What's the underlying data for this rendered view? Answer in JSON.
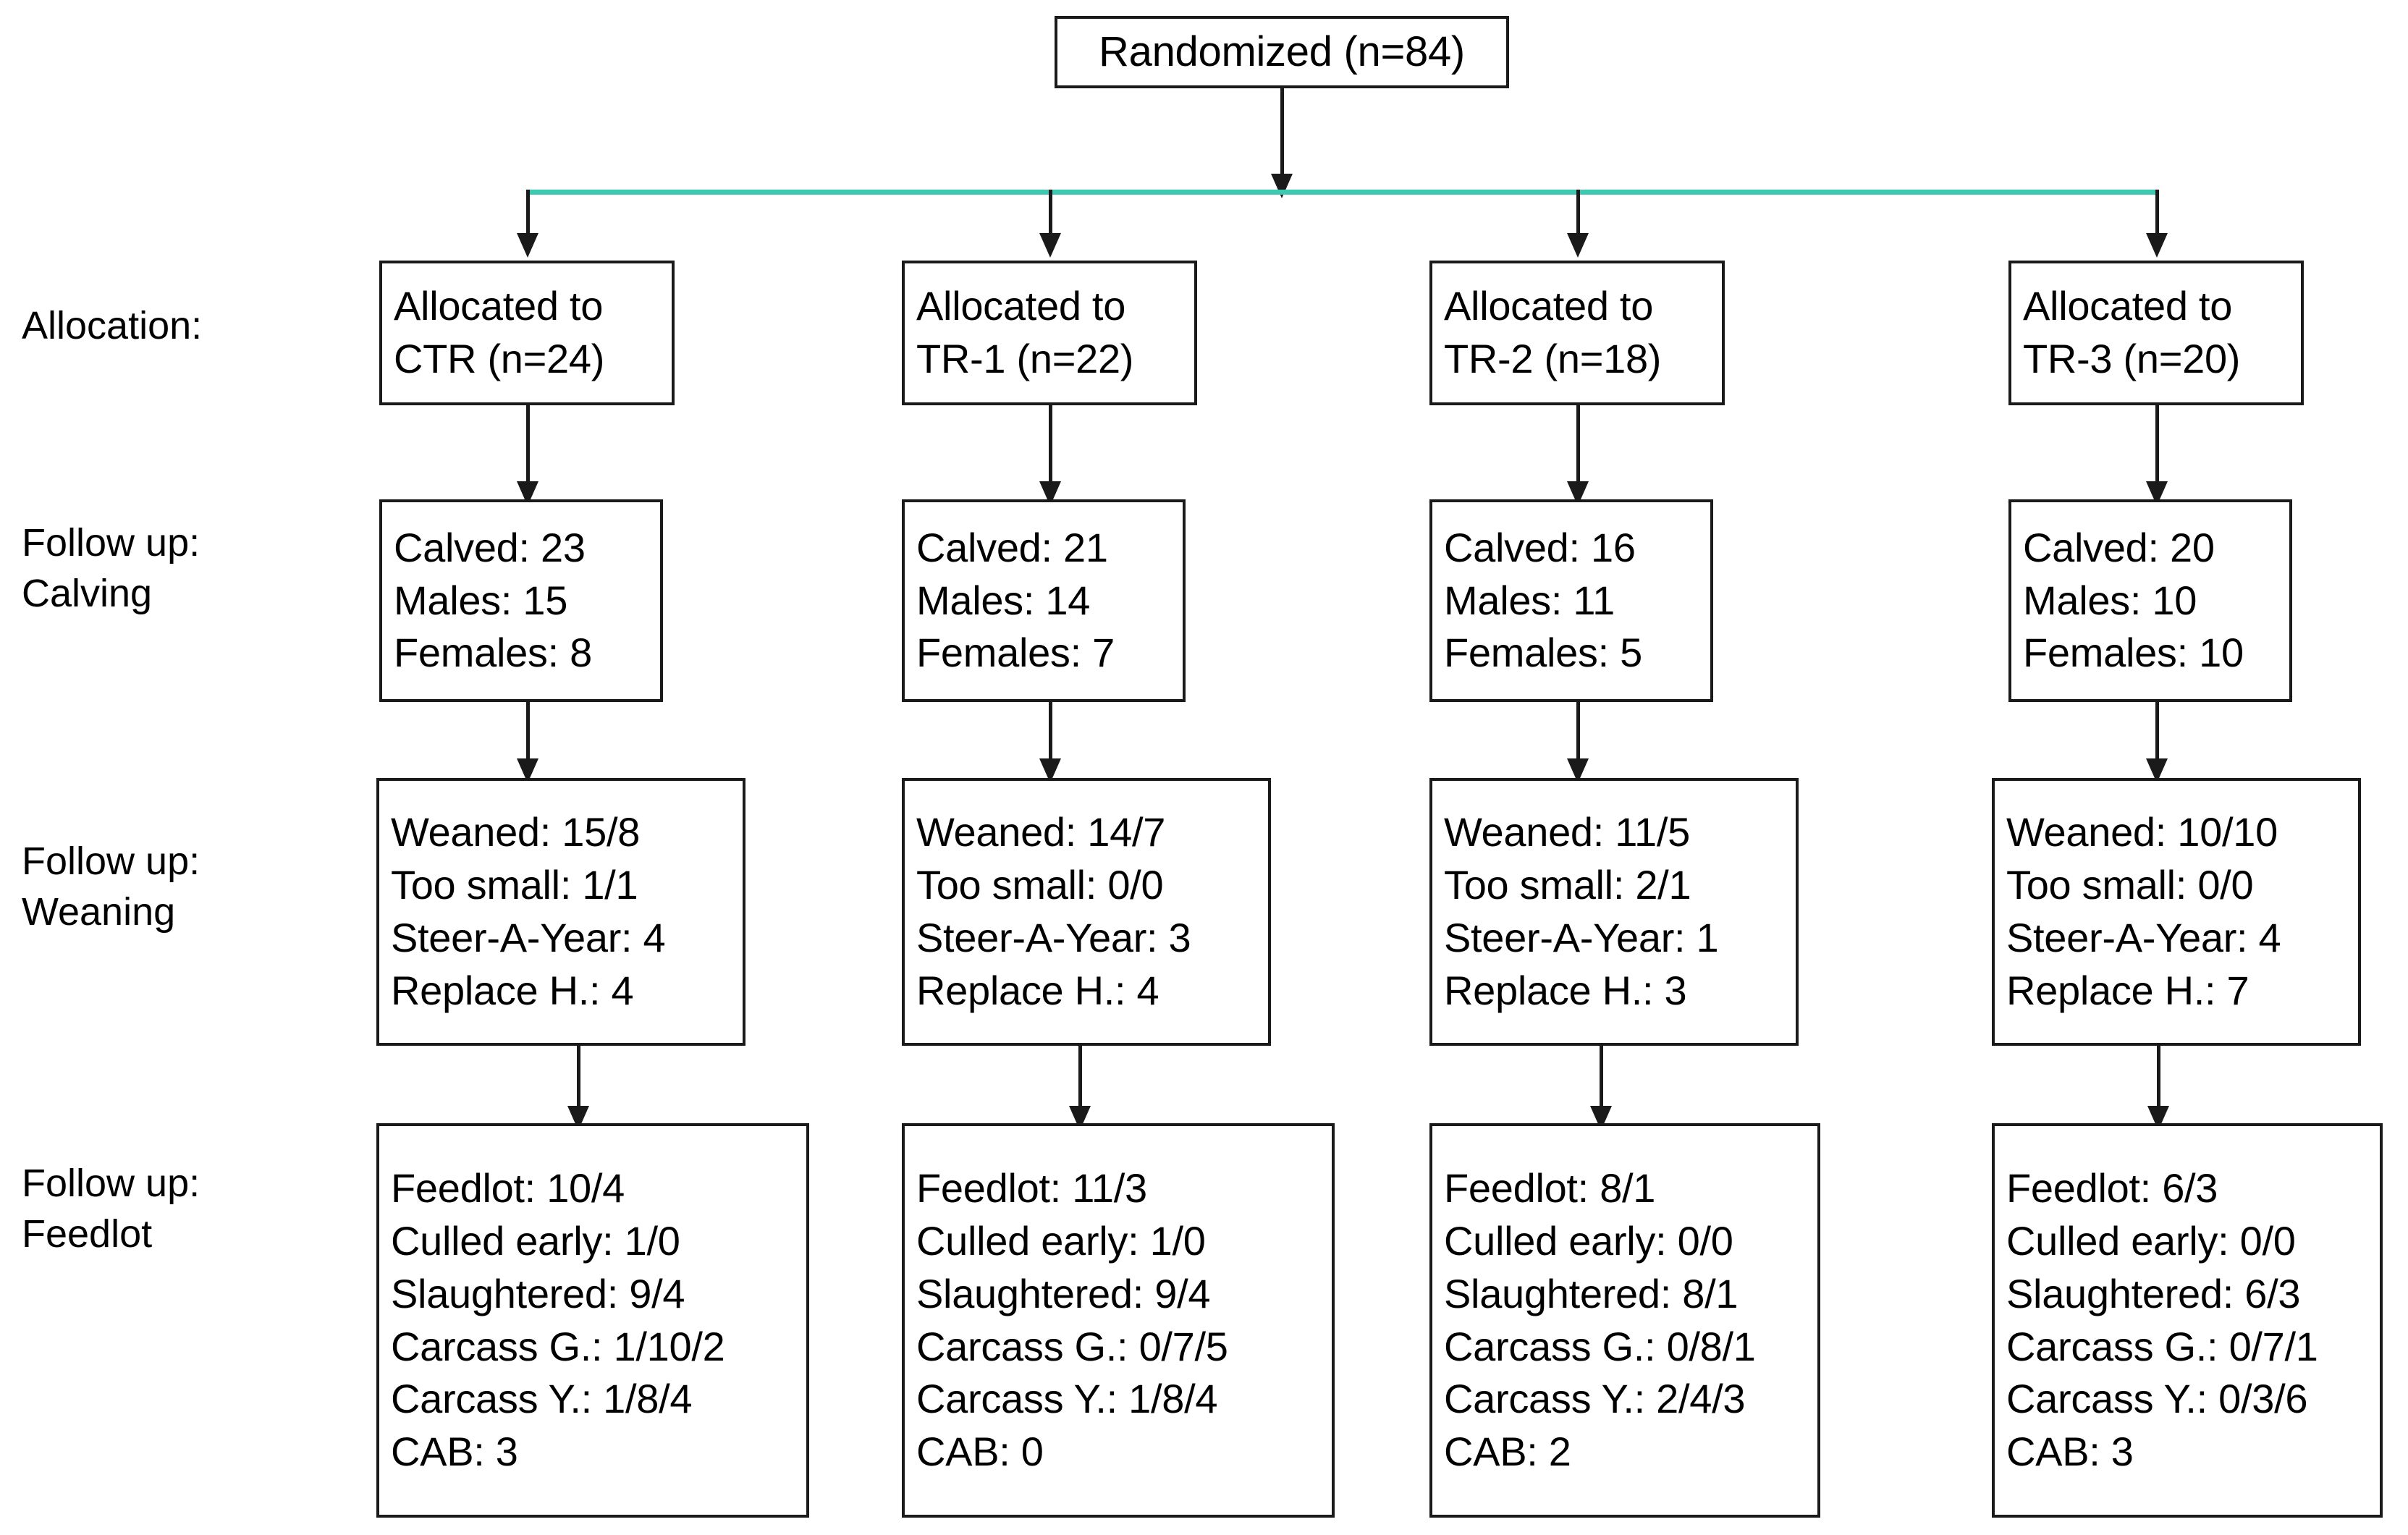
{
  "diagram": {
    "title_box": {
      "label": "Randomized (n=84)"
    },
    "stage_labels": [
      {
        "id": "allocation",
        "text": "Allocation:"
      },
      {
        "id": "follow-up-calving",
        "text": "Follow up:\nCalving"
      },
      {
        "id": "follow-up-weaning",
        "text": "Follow up:\nWeaning"
      },
      {
        "id": "follow-up-feedlot",
        "text": "Follow up:\nFeedlot"
      }
    ],
    "columns": [
      {
        "id": "ctr",
        "allocation": [
          "Allocated to",
          "CTR (n=24)"
        ],
        "calving": [
          "Calved: 23",
          "Males: 15",
          "Females: 8"
        ],
        "weaning": [
          "Weaned: 15/8",
          "Too small: 1/1",
          "Steer-A-Year: 4",
          "Replace H.: 4"
        ],
        "feedlot": [
          "Feedlot: 10/4",
          "Culled early: 1/0",
          "Slaughtered: 9/4",
          "Carcass G.: 1/10/2",
          "Carcass Y.: 1/8/4",
          "CAB: 3"
        ]
      },
      {
        "id": "tr-1",
        "allocation": [
          "Allocated to",
          "TR-1 (n=22)"
        ],
        "calving": [
          "Calved: 21",
          "Males: 14",
          "Females: 7"
        ],
        "weaning": [
          "Weaned: 14/7",
          "Too small: 0/0",
          "Steer-A-Year: 3",
          "Replace H.: 4"
        ],
        "feedlot": [
          "Feedlot: 11/3",
          "Culled early: 1/0",
          "Slaughtered: 9/4",
          "Carcass G.: 0/7/5",
          "Carcass Y.: 1/8/4",
          "CAB: 0"
        ]
      },
      {
        "id": "tr-2",
        "allocation": [
          "Allocated to",
          "TR-2 (n=18)"
        ],
        "calving": [
          "Calved: 16",
          "Males: 11",
          "Females: 5"
        ],
        "weaning": [
          "Weaned: 11/5",
          "Too small: 2/1",
          "Steer-A-Year: 1",
          "Replace H.: 3"
        ],
        "feedlot": [
          "Feedlot: 8/1",
          "Culled early: 0/0",
          "Slaughtered: 8/1",
          "Carcass G.: 0/8/1",
          "Carcass Y.: 2/4/3",
          "CAB: 2"
        ]
      },
      {
        "id": "tr-3",
        "allocation": [
          "Allocated to",
          "TR-3 (n=20)"
        ],
        "calving": [
          "Calved: 20",
          "Males: 10",
          "Females: 10"
        ],
        "weaning": [
          "Weaned: 10/10",
          "Too small: 0/0",
          "Steer-A-Year: 4",
          "Replace H.: 7"
        ],
        "feedlot": [
          "Feedlot: 6/3",
          "Culled early: 0/0",
          "Slaughtered: 6/3",
          "Carcass G.: 0/7/1",
          "Carcass Y.: 0/3/6",
          "CAB: 3"
        ]
      }
    ],
    "colors": {
      "connector": "#1a1a1a",
      "split_line": "#3cc9b0",
      "box_border": "#1a1a1a",
      "background": "#ffffff",
      "text": "#000000"
    }
  }
}
